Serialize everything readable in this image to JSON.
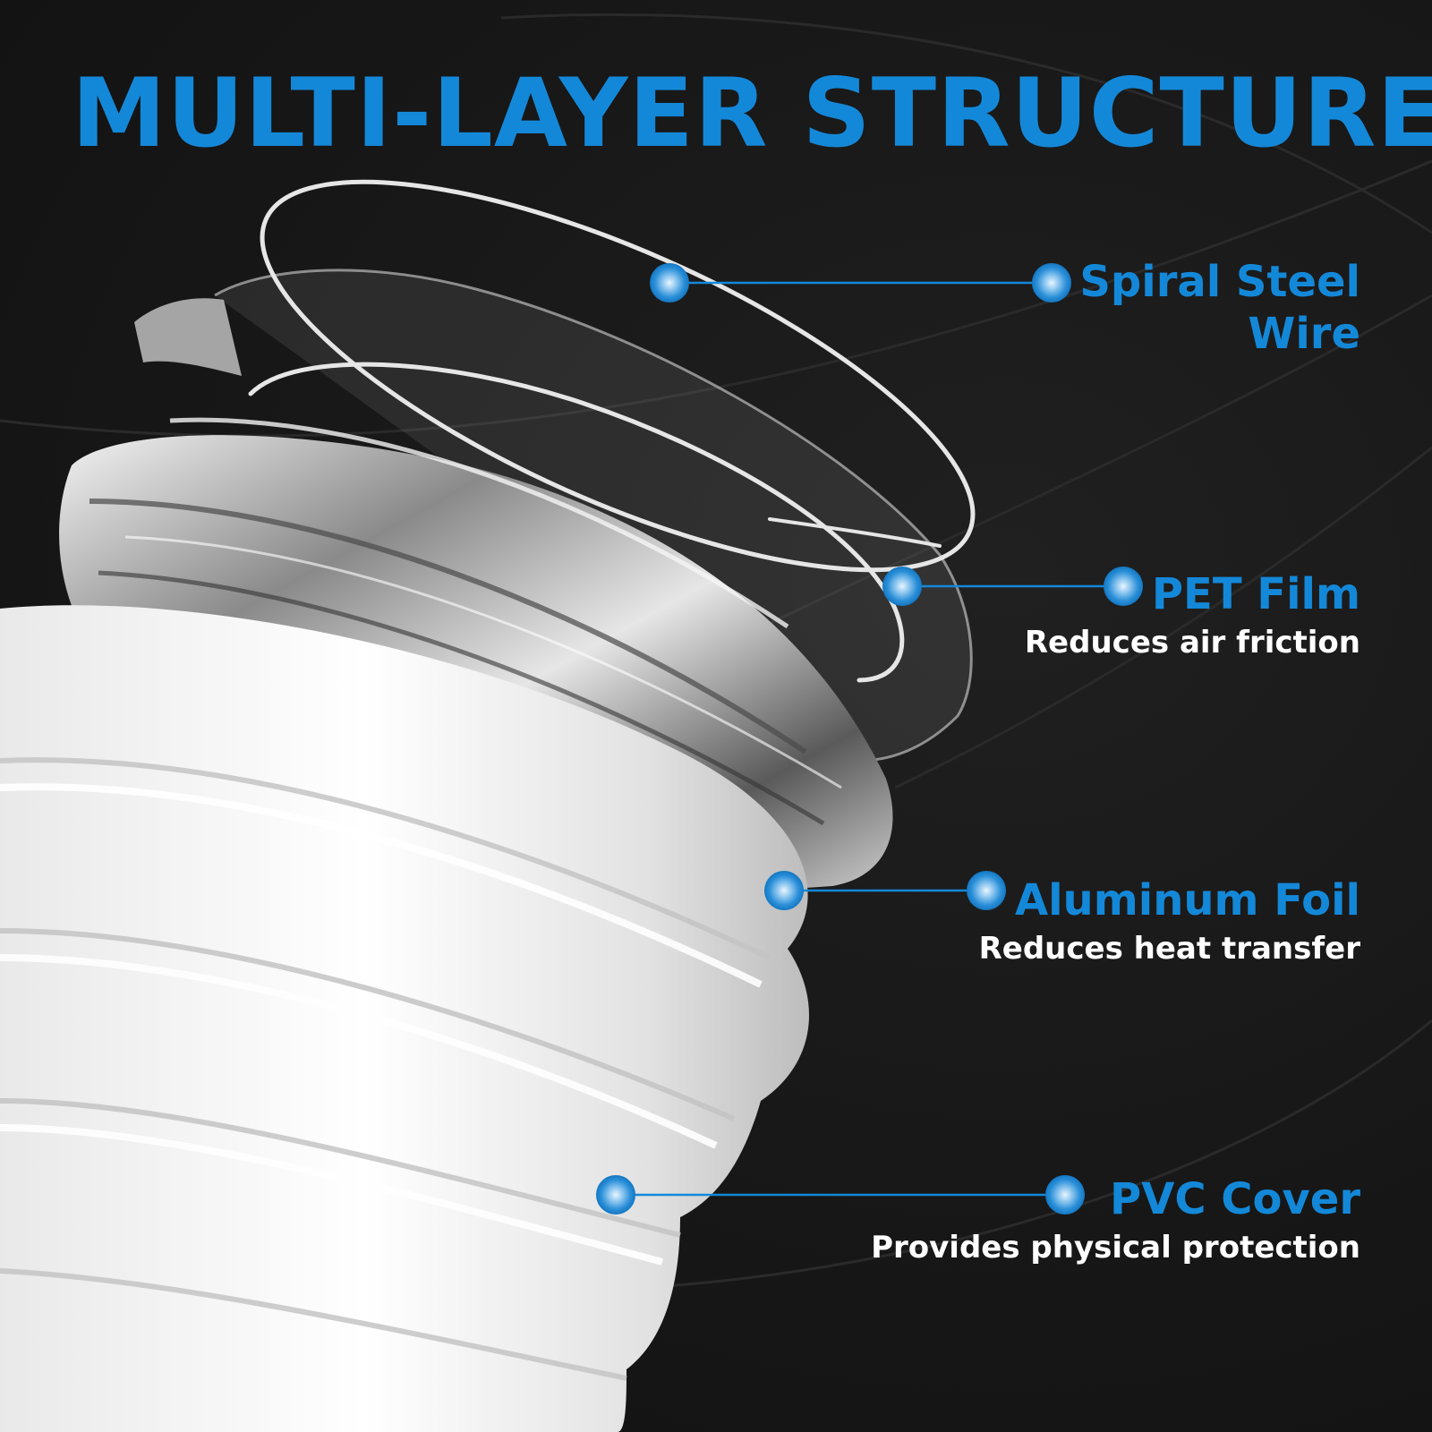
{
  "title": "MULTI-LAYER STRUCTURE",
  "accent_color": "#1488d8",
  "background_color": "#151515",
  "layers": [
    {
      "name_line1": "Spiral Steel",
      "name_line2": "Wire"
    },
    {
      "name": "PET Film",
      "description": "Reduces air friction"
    },
    {
      "name": "Aluminum Foil",
      "description": "Reduces heat transfer"
    },
    {
      "name": "PVC Cover",
      "description": "Provides physical protection"
    }
  ]
}
